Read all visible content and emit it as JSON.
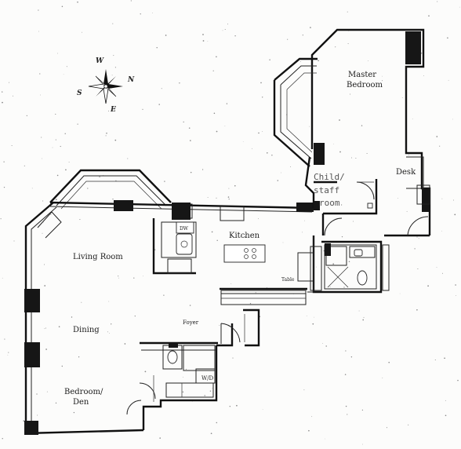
{
  "compass": {
    "north": "N",
    "south": "S",
    "east": "E",
    "west": "W"
  },
  "rooms": {
    "master_line1": "Master",
    "master_line2": "Bedroom",
    "desk": "Desk",
    "child_line1": "Child/",
    "child_line2": "staff",
    "child_line3": "room",
    "kitchen": "Kitchen",
    "dw": "DW",
    "living": "Living Room",
    "dining": "Dining",
    "foyer": "Foyer",
    "table": "Table",
    "wd": "W/D",
    "bedroom_line1": "Bedroom/",
    "bedroom_line2": "Den"
  }
}
